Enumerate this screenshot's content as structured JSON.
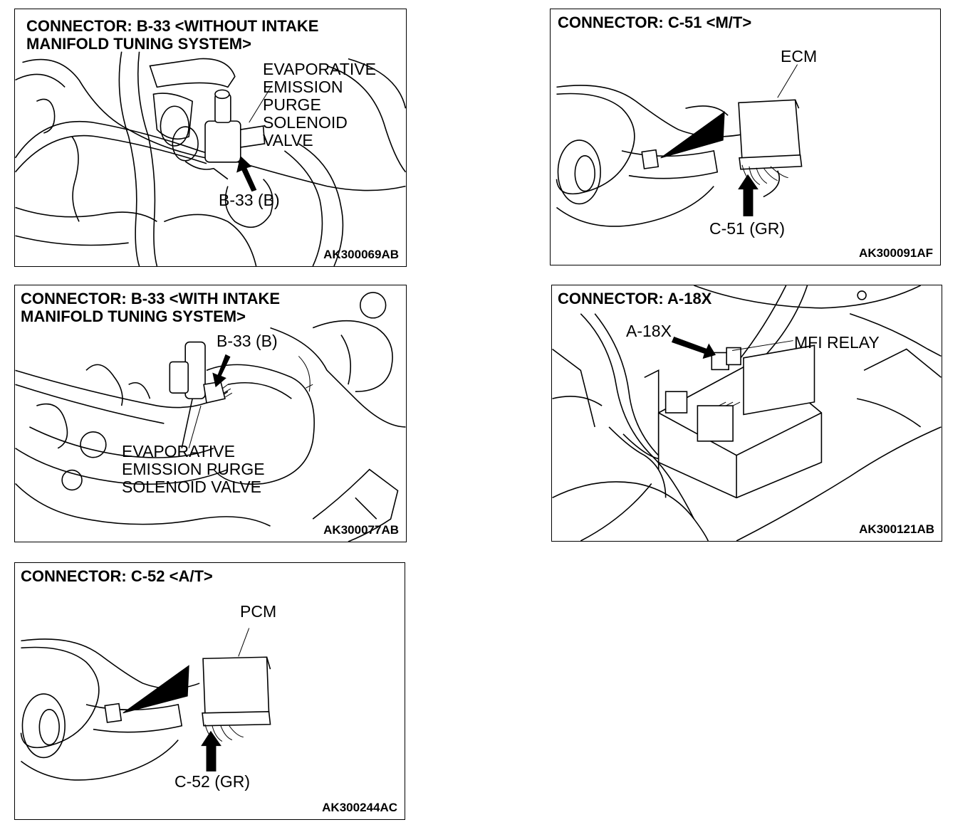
{
  "panels": {
    "p1": {
      "title": "CONNECTOR: B-33 <WITHOUT INTAKE\nMANIFOLD TUNING SYSTEM>",
      "labels": [
        "EVAPORATIVE\nEMISSION\nPURGE\nSOLENOID\nVALVE",
        "B-33 (B)"
      ],
      "code": "AK300069AB"
    },
    "p2": {
      "title": "CONNECTOR: C-51 <M/T>",
      "labels": [
        "ECM",
        "C-51 (GR)"
      ],
      "code": "AK300091AF"
    },
    "p3": {
      "title": "CONNECTOR: B-33 <WITH INTAKE\nMANIFOLD TUNING SYSTEM>",
      "labels": [
        "B-33 (B)",
        "EVAPORATIVE\nEMISSION PURGE\nSOLENOID VALVE"
      ],
      "code": "AK300077AB"
    },
    "p4": {
      "title": "CONNECTOR: A-18X",
      "labels": [
        "A-18X",
        "MFI RELAY"
      ],
      "code": "AK300121AB"
    },
    "p5": {
      "title": "CONNECTOR: C-52 <A/T>",
      "labels": [
        "PCM",
        "C-52 (GR)"
      ],
      "code": "AK300244AC"
    }
  }
}
